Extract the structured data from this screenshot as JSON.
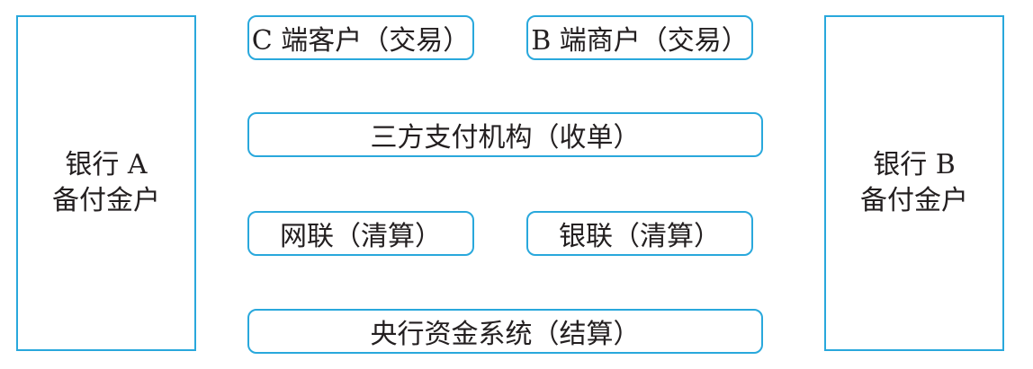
{
  "banks": {
    "a": {
      "name": "银行 A",
      "account": "备付金户"
    },
    "b": {
      "name": "银行 B",
      "account": "备付金户"
    }
  },
  "nodes": {
    "c_customer": "C 端客户（交易）",
    "b_merchant": "B 端商户（交易）",
    "third_party": "三方支付机构（收单）",
    "netunion": "网联（清算）",
    "unionpay": "银联（清算）",
    "central_bank": "央行资金系统（结算）"
  },
  "colors": {
    "border": "#29a8dc",
    "text": "#231f20"
  }
}
